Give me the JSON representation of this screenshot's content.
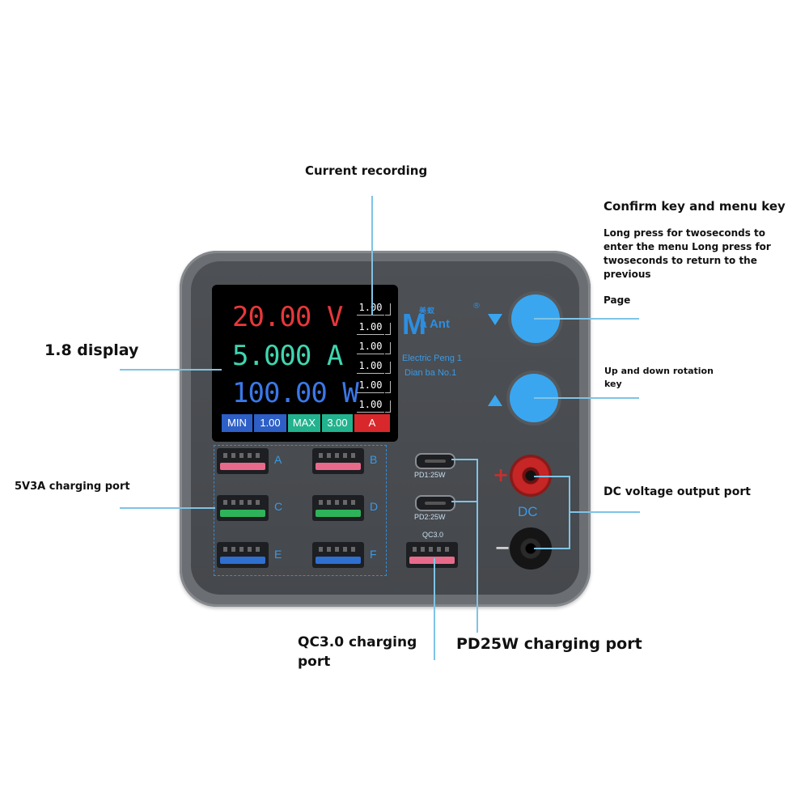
{
  "callouts": {
    "current_recording": "Current recording",
    "confirm_title": "Confirm key and menu key",
    "confirm_desc": [
      "Long press for twoseconds to",
      "enter the menu Long press for",
      "twoseconds to return to the",
      "previous"
    ],
    "page": "Page",
    "updown": [
      "Up and down rotation",
      "key"
    ],
    "display": "1.8 display",
    "port_5v": "5V3A charging port",
    "dc_port": "DC voltage output port",
    "qc_port": [
      "QC3.0 charging",
      "port"
    ],
    "pd_port": "PD25W charging port"
  },
  "screen": {
    "voltage": "20.00 V",
    "current": "5.000 A",
    "power": "100.00 W",
    "records": [
      "1.00",
      "1.00",
      "1.00",
      "1.00",
      "1.00",
      "1.00"
    ],
    "bar": {
      "min_label": "MIN",
      "min_value": "1.00",
      "max_label": "MAX",
      "max_value": "3.00",
      "unit": "A"
    }
  },
  "device": {
    "logo_top": "美蚁",
    "logo_m": "M",
    "logo_a": "a Ant",
    "logo_reg": "®",
    "subtitle_1": "Electric Peng 1",
    "subtitle_2": "Dian ba No.1",
    "usb_ports": [
      {
        "label": "A",
        "color": "#e86a8a"
      },
      {
        "label": "B",
        "color": "#e86a8a"
      },
      {
        "label": "C",
        "color": "#2fb35a"
      },
      {
        "label": "D",
        "color": "#2fb35a"
      },
      {
        "label": "E",
        "color": "#2f6fd0"
      },
      {
        "label": "F",
        "color": "#2f6fd0"
      }
    ],
    "pd1": "PD1:25W",
    "pd2": "PD2:25W",
    "qc": "QC3.0",
    "dc_label": "DC",
    "plus": "+",
    "minus": "−",
    "up_arrow": "up-triangle-icon",
    "down_arrow": "down-triangle-icon"
  },
  "colors": {
    "accent": "#3aa6f0",
    "callout_line": "#7fc3e6",
    "red_reading": "#e8373a",
    "green_reading": "#3fd6b0",
    "blue_reading": "#3a78e8"
  }
}
